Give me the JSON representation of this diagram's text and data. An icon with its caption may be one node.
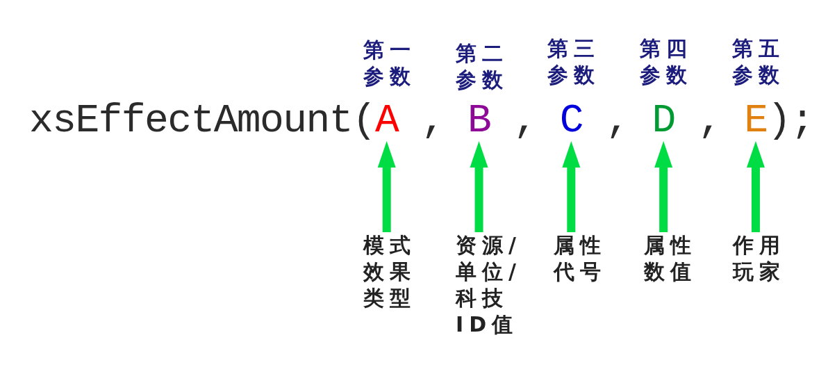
{
  "diagram": {
    "nodes": [
      {
        "text": [
          "A"
        ],
        "beside": [
          "第一参数"
        ]
      },
      {
        "text": [
          "B"
        ],
        "beside": [
          "第二参数"
        ]
      },
      {
        "text": [
          "C"
        ],
        "beside": [
          "第三参数"
        ]
      },
      {
        "text": [
          "D"
        ],
        "beside": [
          "第四参数"
        ]
      },
      {
        "text": [
          "E"
        ],
        "beside": [
          "第五参数"
        ]
      },
      {
        "text": [
          "模式效果类型"
        ]
      },
      {
        "text": [
          "资源/单位/科技ID值"
        ]
      },
      {
        "text": [
          "属性代号"
        ]
      },
      {
        "text": [
          "属性数值"
        ]
      },
      {
        "text": [
          "作用玩家"
        ]
      }
    ],
    "edges": [
      {
        "from": 5,
        "to": 0,
        "arrow": "to"
      },
      {
        "from": 6,
        "to": 1,
        "arrow": "to"
      },
      {
        "from": 7,
        "to": 2,
        "arrow": "to"
      },
      {
        "from": 8,
        "to": 3,
        "arrow": "to"
      },
      {
        "from": 9,
        "to": 4,
        "arrow": "to"
      }
    ],
    "labels": [
      "xsEffectAmount(",
      ",",
      ",",
      ",",
      ",",
      ");"
    ]
  }
}
